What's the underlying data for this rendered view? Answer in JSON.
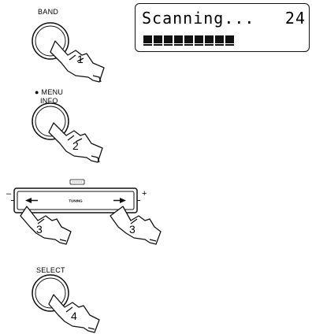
{
  "band": {
    "label": "BAND",
    "step": "1"
  },
  "display": {
    "text": "Scanning...",
    "number": "24",
    "progress_segments": 9
  },
  "menu_info": {
    "line1": "● MENU",
    "line2": "INFO",
    "step": "2"
  },
  "tuning": {
    "label": "TUNING",
    "minus": "–",
    "plus": "+",
    "step_left": "3",
    "step_right": "3"
  },
  "select": {
    "label": "SELECT",
    "step": "4"
  }
}
